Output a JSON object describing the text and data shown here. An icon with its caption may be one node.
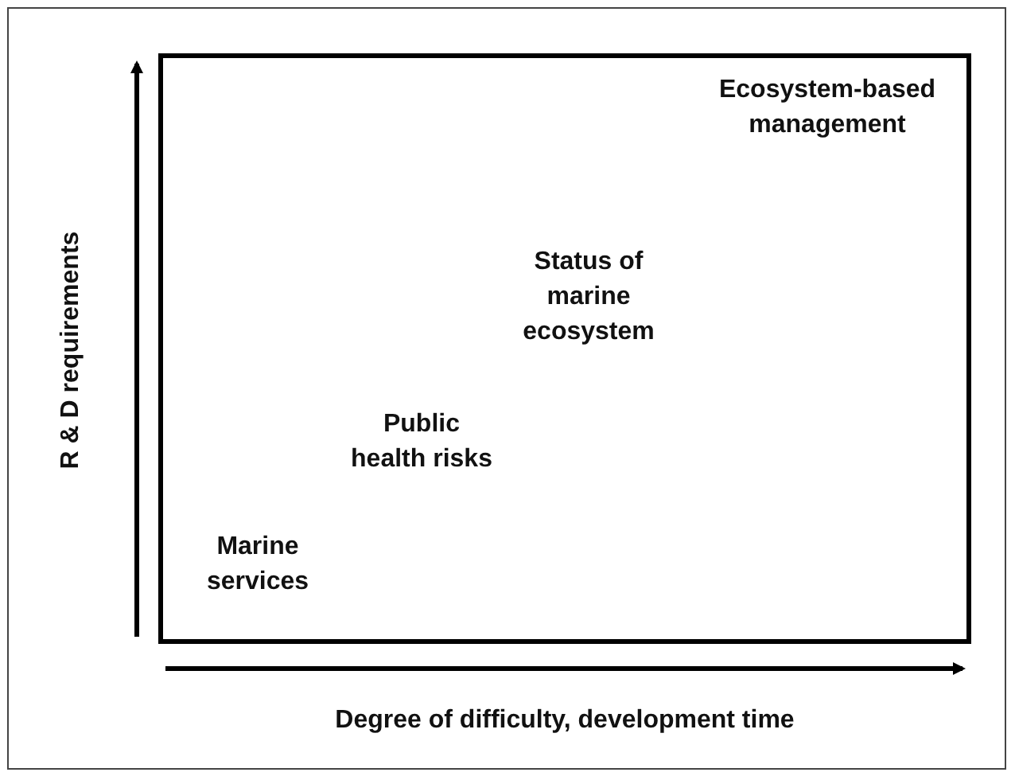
{
  "diagram": {
    "labels": [
      "Ecosystem-based management",
      "Status of marine ecosystem",
      "Public health risks",
      "Marine services",
      "R & D requirements",
      "Degree of difficulty, development time"
    ]
  }
}
